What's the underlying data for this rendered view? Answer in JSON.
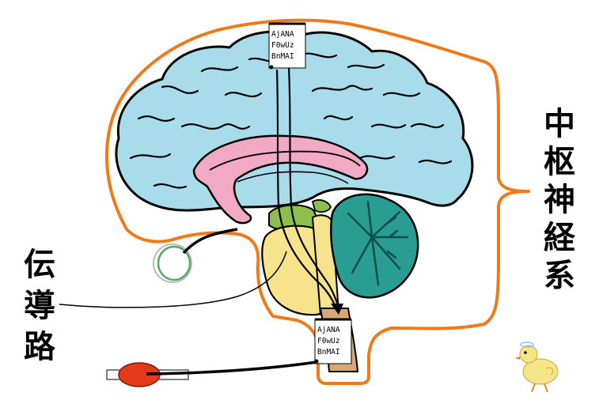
{
  "labels": {
    "cns_chars": [
      "中",
      "枢",
      "神",
      "経",
      "系"
    ],
    "pathway_chars": [
      "伝",
      "導",
      "路"
    ]
  },
  "tags": {
    "top": [
      "AjANA",
      "F0wUz",
      "BnMAI"
    ],
    "bottom": [
      "AjANA",
      "F0wUz",
      "BnMAI"
    ]
  },
  "colors": {
    "cerebrum": "#a9dcea",
    "limbic": "#f2a9c3",
    "thalamus_green": "#8cc04a",
    "pons": "#f7e38c",
    "cerebellum": "#2a9d93",
    "brainstem": "#d8a873",
    "outline_orange": "#f07a1a",
    "muscle_red": "#e23a1a",
    "eye_green": "#55aa66"
  },
  "icons": {
    "eye": "eye-icon",
    "muscle": "muscle-icon",
    "chick": "chick-icon"
  }
}
